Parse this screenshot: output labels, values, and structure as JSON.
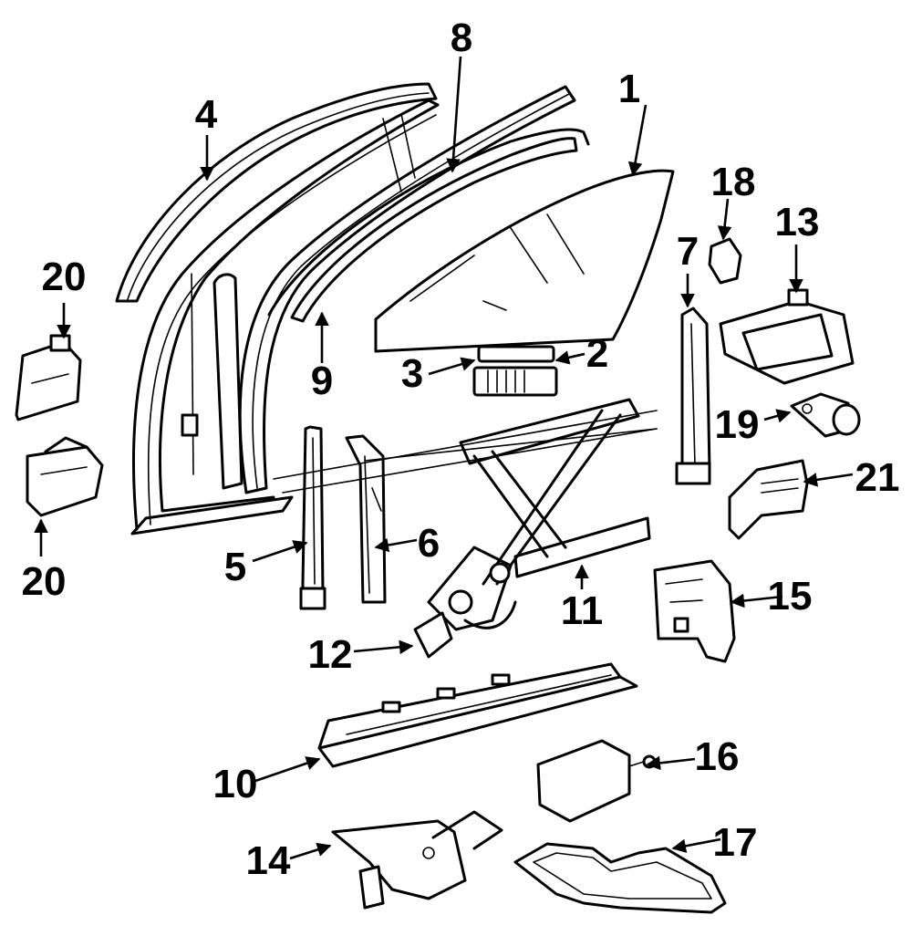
{
  "callouts": [
    {
      "id": "1",
      "label": "1"
    },
    {
      "id": "2",
      "label": "2"
    },
    {
      "id": "3",
      "label": "3"
    },
    {
      "id": "4",
      "label": "4"
    },
    {
      "id": "5",
      "label": "5"
    },
    {
      "id": "6",
      "label": "6"
    },
    {
      "id": "7",
      "label": "7"
    },
    {
      "id": "8",
      "label": "8"
    },
    {
      "id": "9",
      "label": "9"
    },
    {
      "id": "10",
      "label": "10"
    },
    {
      "id": "11",
      "label": "11"
    },
    {
      "id": "12",
      "label": "12"
    },
    {
      "id": "13",
      "label": "13"
    },
    {
      "id": "14",
      "label": "14"
    },
    {
      "id": "15",
      "label": "15"
    },
    {
      "id": "16",
      "label": "16"
    },
    {
      "id": "17",
      "label": "17"
    },
    {
      "id": "18",
      "label": "18"
    },
    {
      "id": "19",
      "label": "19"
    },
    {
      "id": "20a",
      "label": "20"
    },
    {
      "id": "20b",
      "label": "20"
    },
    {
      "id": "21",
      "label": "21"
    }
  ]
}
